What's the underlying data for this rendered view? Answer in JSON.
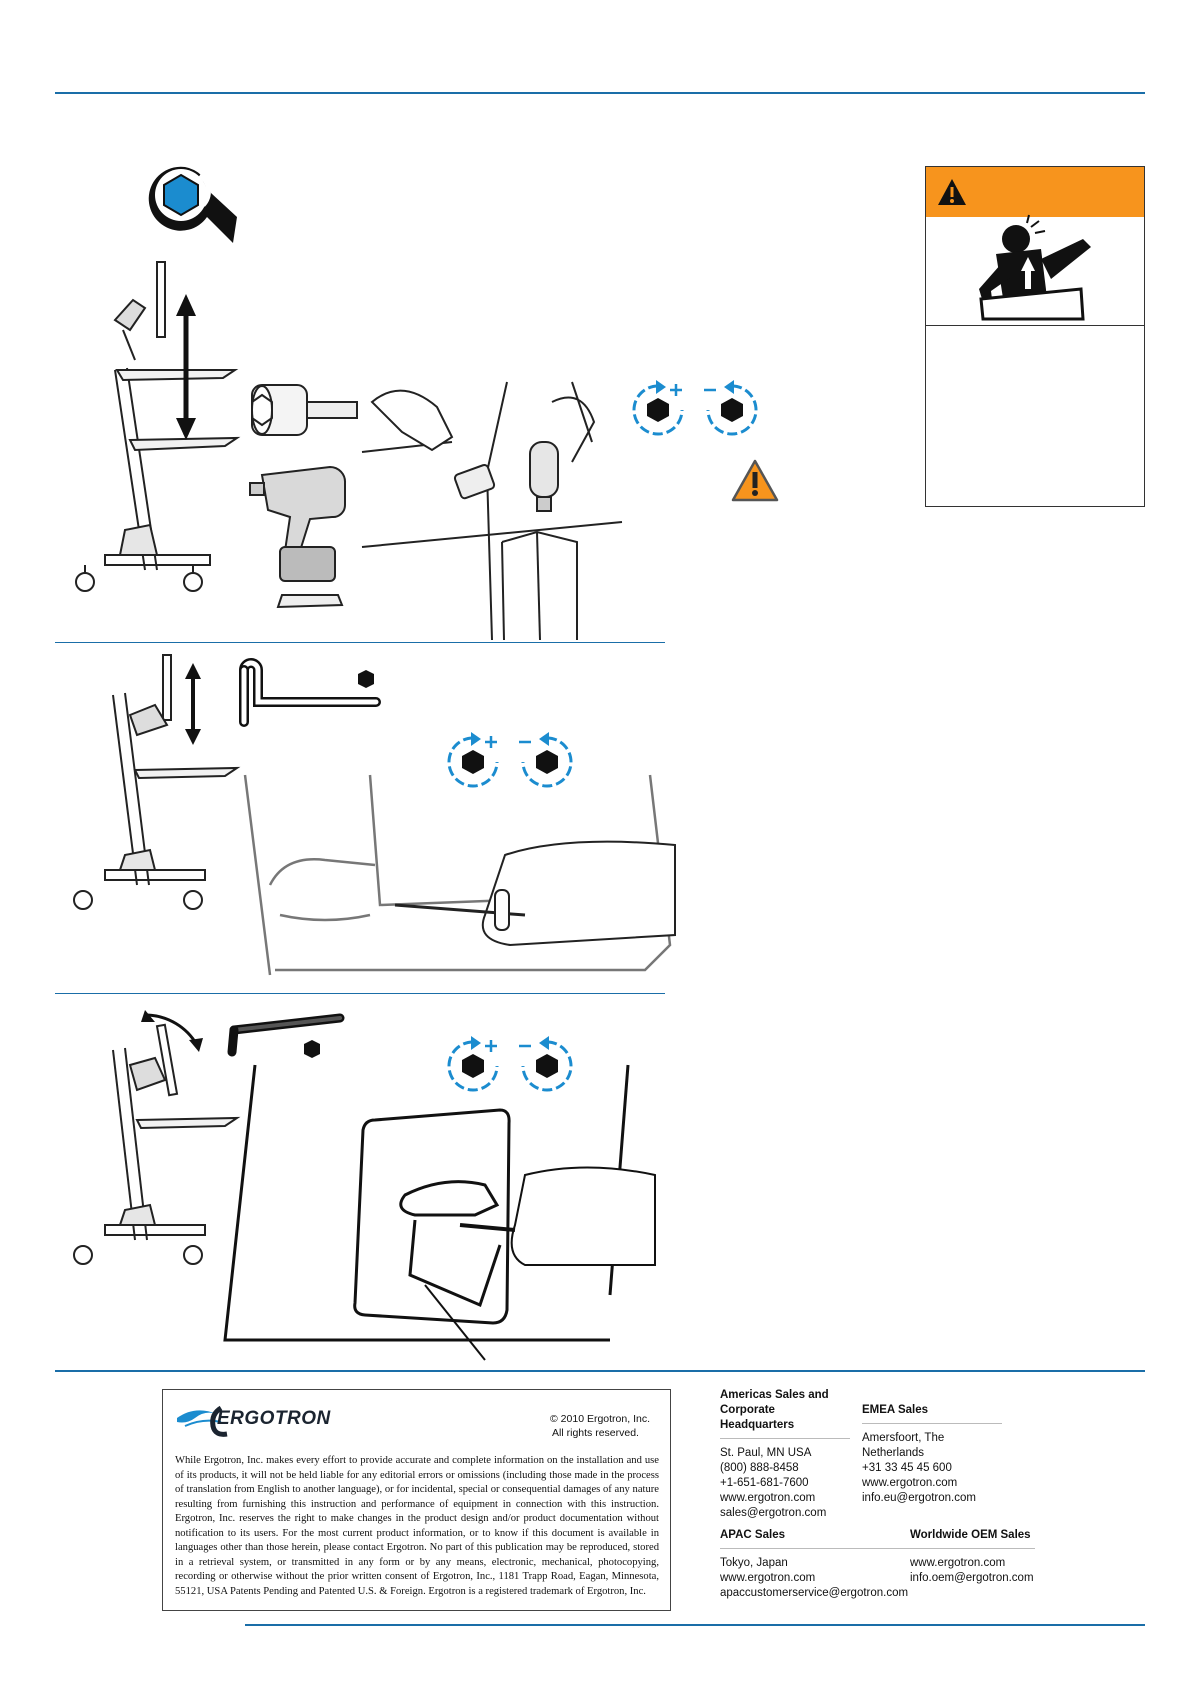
{
  "brand": {
    "logo_text": "ERGOTRON",
    "copyright_line1": "© 2010 Ergotron, Inc.",
    "copyright_line2": "All rights reserved."
  },
  "disclaimer": "While Ergotron, Inc. makes every effort to provide accurate and complete information on the installation and use of its products, it will not be held liable for any editorial errors or omissions (including those made in the process of translation from English to another language), or for incidental, special or consequential damages of any nature resulting from furnishing this instruction and performance of equipment in connection with this instruction. Ergotron, Inc. reserves the right to make changes in the product design and/or product documentation without notification to its users. For the most current product information, or to know if this document is available in languages other than those herein, please contact Ergotron. No part of this publication may be reproduced, stored in a retrieval system, or transmitted in any form or by any means, electronic, mechanical, photocopying, recording or otherwise without the prior written consent of Ergotron, Inc., 1181 Trapp Road, Eagan, Minnesota, 55121, USA Patents Pending and Patented U.S. & Foreign. Ergotron is a registered trademark of Ergotron, Inc.",
  "contacts": {
    "americas": {
      "heading_line1": "Americas Sales and",
      "heading_line2": "Corporate Headquarters",
      "lines": [
        "St. Paul, MN USA",
        "(800) 888-8458",
        "+1-651-681-7600",
        "www.ergotron.com",
        "sales@ergotron.com"
      ]
    },
    "emea": {
      "heading": "EMEA Sales",
      "lines": [
        "Amersfoort, The Netherlands",
        "+31 33 45 45 600",
        "www.ergotron.com",
        "info.eu@ergotron.com"
      ]
    },
    "apac": {
      "heading": "APAC Sales",
      "lines": [
        "Tokyo, Japan",
        "www.ergotron.com",
        "apaccustomerservice@ergotron.com"
      ]
    },
    "oem": {
      "heading": "Worldwide OEM Sales",
      "lines": [
        "www.ergotron.com",
        "info.oem@ergotron.com"
      ]
    }
  },
  "icons": [
    "adjust-wrench-icon",
    "height-adjust-arrow-icon",
    "tilt-arrow-icon",
    "hex-socket-icon",
    "power-drill-icon",
    "allen-key-icon",
    "tighten-increase-icon",
    "loosen-decrease-icon",
    "warning-triangle-icon",
    "spring-tension-hazard-icon"
  ],
  "colors": {
    "accent_blue": "#1a6ea8",
    "icon_blue": "#1b8ccf",
    "warning_orange": "#f7941d"
  }
}
